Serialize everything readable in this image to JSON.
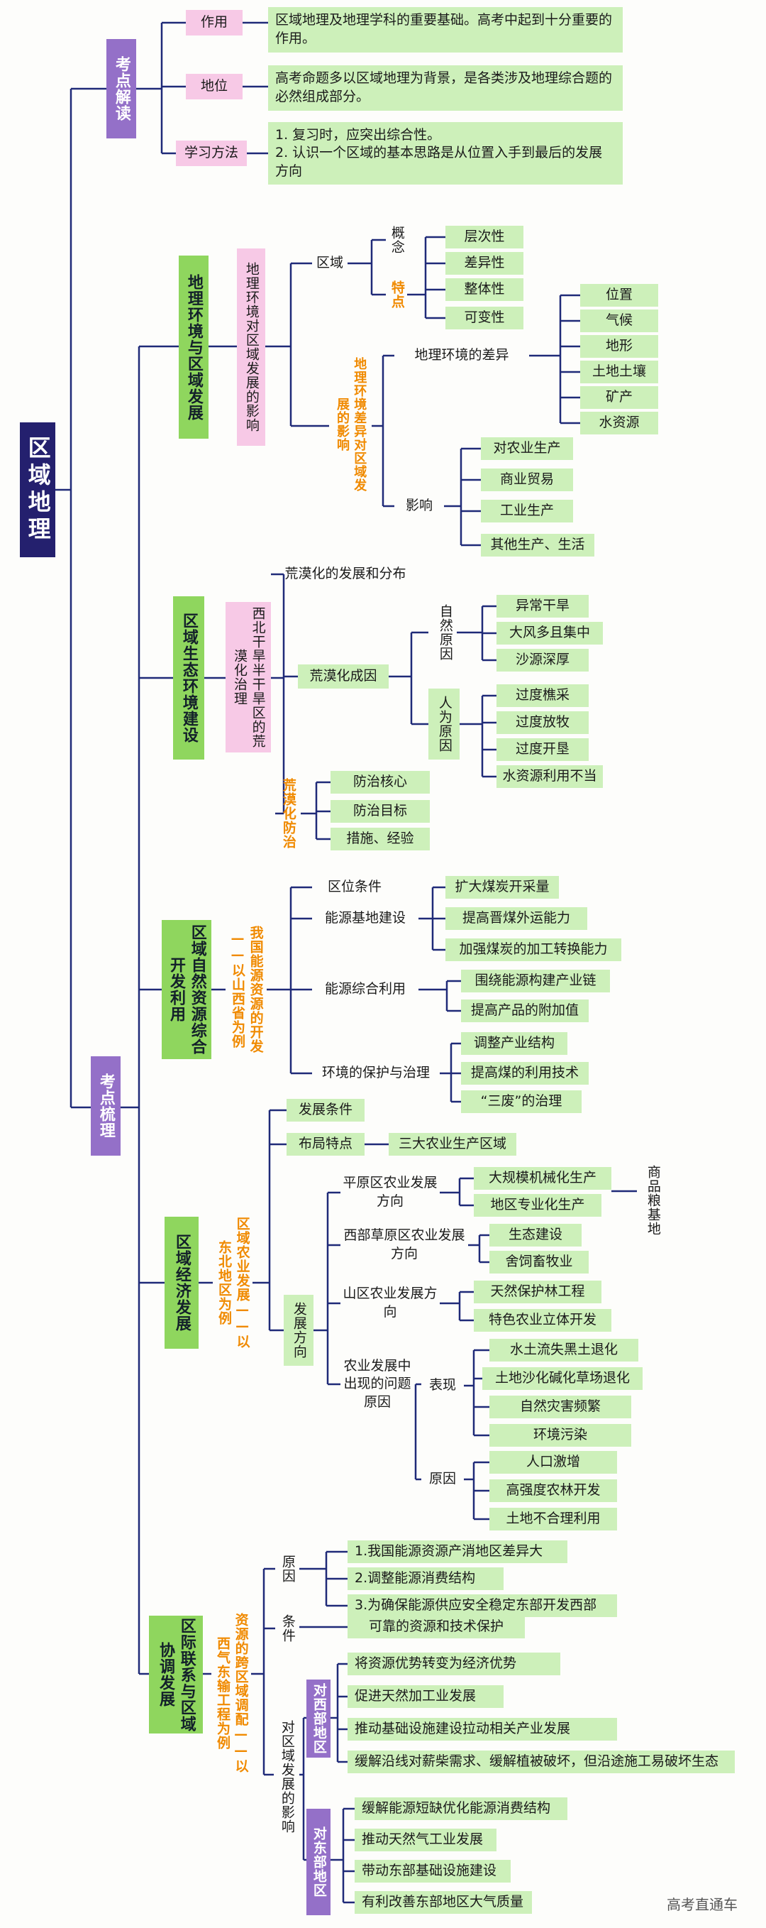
{
  "root": "区域地理",
  "kaodian_jiedu": {
    "label": "考点解读",
    "rows": [
      {
        "key": "作用",
        "text": "区域地理及地理学科的重要基础。高考中起到十分重要的作用。"
      },
      {
        "key": "地位",
        "text": "高考命题多以区域地理为背景，是各类涉及地理综合题的必然组成部分。"
      },
      {
        "key": "学习方法",
        "text": "1. 复习时，应突出综合性。\n2. 认识一个区域的基本思路是从位置入手到最后的发展方向"
      }
    ]
  },
  "kaodian_shuli": "考点梳理",
  "s1": {
    "title": "地理环境与区域发展",
    "sub": "地理环境对区域发展的影响",
    "quyu": "区域",
    "gainian": "概念",
    "tedian": "特点",
    "tedian_items": [
      "层次性",
      "差异性",
      "整体性",
      "可变性"
    ],
    "chayi_label": "地理环境差异对区域发展的影响",
    "chayi": "地理环境的差异",
    "chayi_items": [
      "位置",
      "气候",
      "地形",
      "土地土壤",
      "矿产",
      "水资源"
    ],
    "yingxiang": "影响",
    "yingxiang_items": [
      "对农业生产",
      "商业贸易",
      "工业生产",
      "其他生产、生活"
    ]
  },
  "s2": {
    "title": "区域生态环境建设",
    "sub": "西北干旱半干旱区的荒漠化治理",
    "fazhan": "荒漠化的发展和分布",
    "chengyin": "荒漠化成因",
    "ziran": "自然原因",
    "ziran_items": [
      "异常干旱",
      "大风多且集中",
      "沙源深厚"
    ],
    "renwei": "人为原因",
    "renwei_items": [
      "过度樵采",
      "过度放牧",
      "过度开垦",
      "水资源利用不当"
    ],
    "fangzhi": "荒漠化防治",
    "fangzhi_items": [
      "防治核心",
      "防治目标",
      "措施、经验"
    ]
  },
  "s3": {
    "title": "区域自然资源综合开发利用",
    "sub": "我国能源资源的开发——以山西省为例",
    "a": "区位条件",
    "b": "能源基地建设",
    "b_items": [
      "扩大煤炭开采量",
      "提高晋煤外运能力",
      "加强煤炭的加工转换能力"
    ],
    "c": "能源综合利用",
    "c_items": [
      "围绕能源构建产业链",
      "提高产品的附加值"
    ],
    "d": "环境的保护与治理",
    "d_items": [
      "调整产业结构",
      "提高煤的利用技术",
      "“三废”的治理"
    ]
  },
  "s4": {
    "title": "区域经济发展",
    "sub": "区域农业发展——以东北地区为例",
    "a": "发展条件",
    "b": "布局特点",
    "b_item": "三大农业生产区域",
    "c": "发展方向",
    "pingyuan": "平原区农业发展方向",
    "pingyuan_items": [
      "大规模机械化生产",
      "地区专业化生产"
    ],
    "shangpinliang": "商品粮基地",
    "caoyuan": "西部草原区农业发展方向",
    "caoyuan_items": [
      "生态建设",
      "舍饲畜牧业"
    ],
    "shanqu": "山区农业发展方向",
    "shanqu_items": [
      "天然保护林工程",
      "特色农业立体开发"
    ],
    "wenti": "农业发展中出现的问题原因",
    "biaoxian": "表现",
    "biaoxian_items": [
      "水土流失黑土退化",
      "土地沙化碱化草场退化",
      "自然灾害频繁",
      "环境污染"
    ],
    "yuanyin": "原因",
    "yuanyin_items": [
      "人口激增",
      "高强度农林开发",
      "土地不合理利用"
    ]
  },
  "s5": {
    "title": "区际联系与区域协调发展",
    "sub": "资源的跨区域调配——以西气东输工程为例",
    "yuanyin": "原因",
    "yuanyin_items": [
      "1.我国能源资源产消地区差异大",
      "2.调整能源消费结构",
      "3.为确保能源供应安全稳定东部开发西部"
    ],
    "tiaojian": "条件",
    "tiaojian_item": "可靠的资源和技术保护",
    "yingxiang": "对区域发展的影响",
    "xibu": "对西部地区",
    "xibu_items": [
      "将资源优势转变为经济优势",
      "促进天然加工业发展",
      "推动基础设施建设拉动相关产业发展",
      "缓解沿线对薪柴需求、缓解植被破坏，但沿途施工易破坏生态"
    ],
    "dongbu": "对东部地区",
    "dongbu_items": [
      "缓解能源短缺优化能源消费结构",
      "推动天然气工业发展",
      "带动东部基础设施建设",
      "有利改善东部地区大气质量"
    ]
  },
  "watermark": "高考直通车",
  "colors": {
    "line": "#1f2a78",
    "green": "#cdf0ba",
    "greenDark": "#8fd65e",
    "pink": "#f7c9e6",
    "purple": "#9470c8",
    "navy": "#24206e",
    "orange": "#f08a00"
  }
}
